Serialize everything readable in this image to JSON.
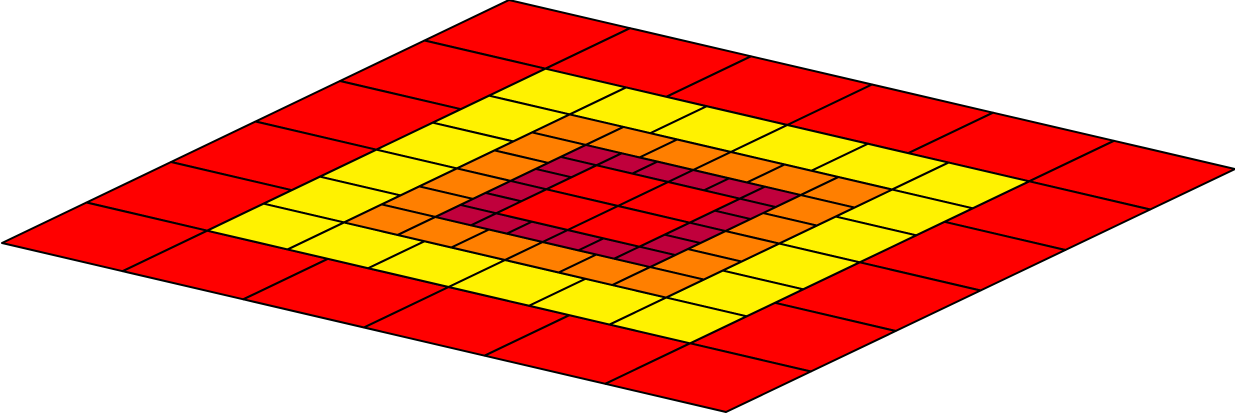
{
  "diagram": {
    "kind": "nested-refined-quad-mesh",
    "description_visible_text": "",
    "outline_color": "#000000",
    "background_color": "#ffffff",
    "levels": [
      {
        "name": "outer-red-ring",
        "color": "#ff0000",
        "cells_per_side": 6
      },
      {
        "name": "yellow-ring",
        "color": "#fff200",
        "cells_per_side": 6
      },
      {
        "name": "orange-ring",
        "color": "#ff7f00",
        "cells_per_side": 6
      },
      {
        "name": "crimson-ring",
        "color": "#c0003c",
        "cells_per_side": 6
      },
      {
        "name": "center-red-core",
        "color": "#ff0000",
        "cells_per_side": 2
      }
    ]
  }
}
